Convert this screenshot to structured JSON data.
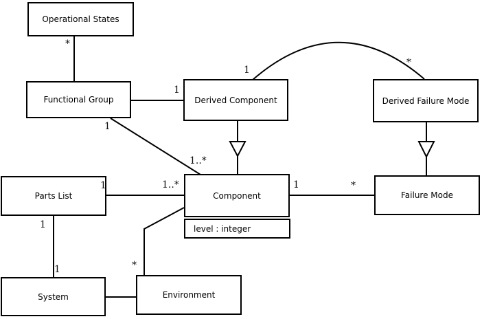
{
  "diagram": {
    "type": "uml-class-diagram",
    "colors": {
      "line": "#000000",
      "text": "#000000",
      "background": "#ffffff"
    },
    "nodes": {
      "operational_states": {
        "label": "Operational States"
      },
      "functional_group": {
        "label": "Functional Group"
      },
      "derived_component": {
        "label": "Derived Component"
      },
      "derived_failure_mode": {
        "label": "Derived Failure Mode"
      },
      "parts_list": {
        "label": "Parts List"
      },
      "component": {
        "label": "Component",
        "attributes": [
          "level : integer"
        ]
      },
      "failure_mode": {
        "label": "Failure Mode"
      },
      "system": {
        "label": "System"
      },
      "environment": {
        "label": "Environment"
      }
    },
    "edges": [
      {
        "id": "operational_states-functional_group",
        "type": "association",
        "from": "Operational States",
        "to": "Functional Group",
        "from_label": "*"
      },
      {
        "id": "functional_group-derived_component",
        "type": "association",
        "from": "Functional Group",
        "to": "Derived Component",
        "to_label": "1"
      },
      {
        "id": "functional_group-component",
        "type": "association",
        "from": "Functional Group",
        "to": "Component",
        "from_label": "1",
        "to_label": "1..*"
      },
      {
        "id": "derived_component-component",
        "type": "generalization",
        "from": "Derived Component",
        "to": "Component"
      },
      {
        "id": "derived_component-derived_failure_mode",
        "type": "association",
        "from": "Derived Component",
        "to": "Derived Failure Mode",
        "from_label": "1",
        "to_label": "*"
      },
      {
        "id": "derived_failure_mode-failure_mode",
        "type": "generalization",
        "from": "Derived Failure Mode",
        "to": "Failure Mode"
      },
      {
        "id": "parts_list-component",
        "type": "association",
        "from": "Parts List",
        "to": "Component",
        "from_label": "1",
        "to_label": "1..*"
      },
      {
        "id": "component-failure_mode",
        "type": "association",
        "from": "Component",
        "to": "Failure Mode",
        "from_label": "1",
        "to_label": "*"
      },
      {
        "id": "parts_list-system",
        "type": "association",
        "from": "Parts List",
        "to": "System",
        "from_label": "1",
        "to_label": "1"
      },
      {
        "id": "environment-component",
        "type": "association",
        "from": "Environment",
        "to": "Component",
        "from_label": "*"
      },
      {
        "id": "system-environment",
        "type": "association",
        "from": "System",
        "to": "Environment"
      }
    ]
  }
}
